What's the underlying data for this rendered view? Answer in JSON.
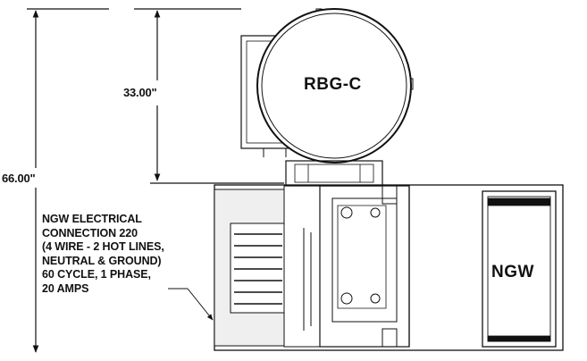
{
  "dimensions": {
    "upper_height": "33.00\"",
    "total_height": "66.00\""
  },
  "units": {
    "top": "RBG-C",
    "bottom": "NGW"
  },
  "note": {
    "lines": [
      "NGW ELECTRICAL",
      "CONNECTION 220",
      "(4 WIRE - 2 HOT LINES,",
      "NEUTRAL & GROUND)",
      "60 CYCLE, 1 PHASE,",
      "20 AMPS"
    ]
  },
  "colors": {
    "ink": "#111111",
    "paper": "#ffffff",
    "panel": "#efefef"
  }
}
